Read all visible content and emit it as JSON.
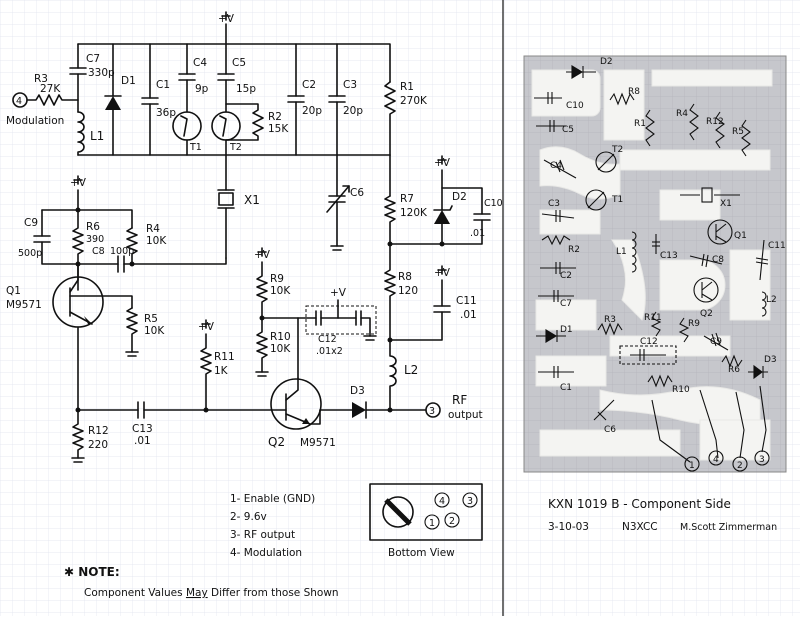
{
  "schematic": {
    "supply": "+V",
    "modulation_label": "Modulation",
    "modulation_pin": "4",
    "rf_label_line1": "RF",
    "rf_label_line2": "output",
    "rf_pin": "3",
    "components": {
      "C7": {
        "ref": "C7",
        "value": "330p"
      },
      "R3": {
        "ref": "R3",
        "value": "27K"
      },
      "D1": {
        "ref": "D1"
      },
      "C1": {
        "ref": "C1",
        "value": "36p"
      },
      "C4": {
        "ref": "C4",
        "value": "9p"
      },
      "C5": {
        "ref": "C5",
        "value": "15p"
      },
      "T1": {
        "ref": "T1"
      },
      "T2": {
        "ref": "T2"
      },
      "R2": {
        "ref": "R2",
        "value": "15K"
      },
      "C2": {
        "ref": "C2",
        "value": "20p"
      },
      "C3": {
        "ref": "C3",
        "value": "20p"
      },
      "R1": {
        "ref": "R1",
        "value": "270K"
      },
      "L1": {
        "ref": "L1"
      },
      "X1": {
        "ref": "X1"
      },
      "C6": {
        "ref": "C6"
      },
      "R7": {
        "ref": "R7",
        "value": "120K"
      },
      "D2": {
        "ref": "D2"
      },
      "C10": {
        "ref": "C10",
        "value": ".01"
      },
      "C9": {
        "ref": "C9",
        "value": "500p"
      },
      "R6": {
        "ref": "R6",
        "value": "390"
      },
      "R4": {
        "ref": "R4",
        "value": "10K"
      },
      "C8": {
        "ref": "C8",
        "value": "100p"
      },
      "Q1": {
        "ref": "Q1",
        "value": "M9571"
      },
      "R5": {
        "ref": "R5",
        "value": "10K"
      },
      "R9": {
        "ref": "R9",
        "value": "10K"
      },
      "R10": {
        "ref": "R10",
        "value": "10K"
      },
      "C12": {
        "ref": "C12",
        "value": ".01x2"
      },
      "R8": {
        "ref": "R8",
        "value": "120"
      },
      "C11": {
        "ref": "C11",
        "value": ".01"
      },
      "R11": {
        "ref": "R11",
        "value": "1K"
      },
      "L2": {
        "ref": "L2"
      },
      "R12": {
        "ref": "R12",
        "value": "220"
      },
      "C13": {
        "ref": "C13",
        "value": ".01"
      },
      "Q2": {
        "ref": "Q2",
        "value": "M9571"
      },
      "D3": {
        "ref": "D3"
      }
    }
  },
  "pin_list": [
    "1- Enable (GND)",
    "2- 9.6v",
    "3- RF output",
    "4- Modulation"
  ],
  "bottom_view": {
    "label": "Bottom View",
    "pins": [
      "1",
      "2",
      "3",
      "4"
    ]
  },
  "note": {
    "title": "✱ NOTE:",
    "text_before": "Component Values ",
    "text_emph": "May",
    "text_after": " Differ from those Shown"
  },
  "pcb": {
    "title": "KXN 1019 B - Component Side",
    "date": "3-10-03",
    "callsign": "N3XCC",
    "author": "M.Scott Zimmerman",
    "labels": [
      "D2",
      "R8",
      "C10",
      "C5",
      "R1",
      "R4",
      "R12",
      "R5",
      "T2",
      "C4",
      "T1",
      "C3",
      "X1",
      "Q1",
      "L1",
      "C13",
      "R2",
      "C2",
      "C8",
      "C11",
      "C7",
      "Q2",
      "L2",
      "R3",
      "R11",
      "R9",
      "C12",
      "C9",
      "D1",
      "R6",
      "D3",
      "C1",
      "R10",
      "C6"
    ],
    "pins": [
      "4",
      "2",
      "3",
      "1"
    ]
  }
}
